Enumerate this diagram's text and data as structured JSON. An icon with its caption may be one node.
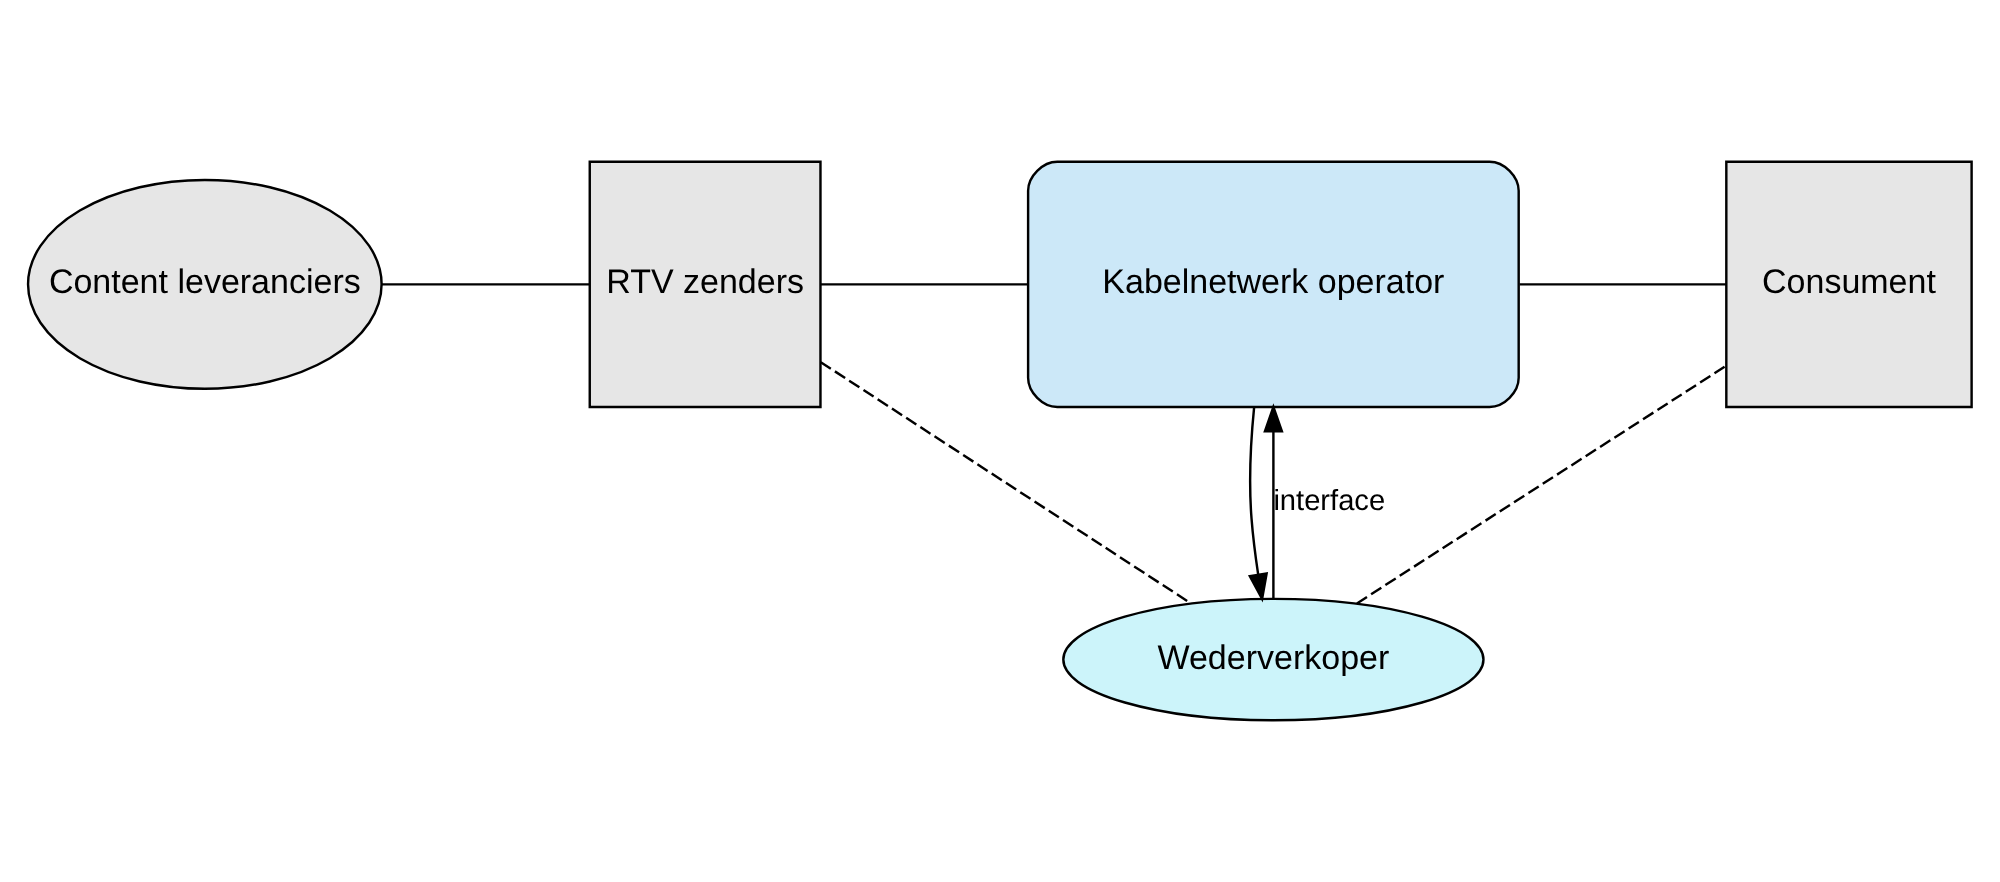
{
  "diagram": {
    "nodes": [
      {
        "text": [
          "Content leveranciers"
        ]
      },
      {
        "text": [
          "RTV zenders"
        ]
      },
      {
        "text": [
          "Kabelnetwerk operator"
        ]
      },
      {
        "text": [
          "Consument"
        ]
      },
      {
        "text": [
          "Wederverkoper"
        ]
      }
    ],
    "edges": [
      {
        "from": 0,
        "to": 1,
        "arrow": "none"
      },
      {
        "from": 1,
        "to": 2,
        "arrow": "none"
      },
      {
        "from": 2,
        "to": 3,
        "arrow": "none"
      },
      {
        "from": 4,
        "to": 2,
        "arrow": "to",
        "label": "interface"
      },
      {
        "from": 2,
        "to": 4,
        "arrow": "to"
      },
      {
        "from": 1,
        "to": 4,
        "arrow": "none",
        "style": "dashed"
      },
      {
        "from": 4,
        "to": 3,
        "arrow": "none",
        "style": "dashed"
      }
    ]
  }
}
